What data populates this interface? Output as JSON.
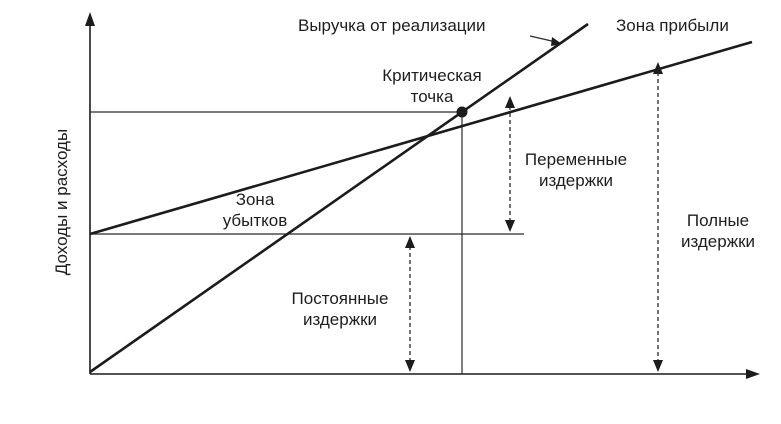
{
  "diagram": {
    "axis_y_label": "Доходы и расходы",
    "labels": {
      "revenue": "Выручка от реализации",
      "profit_zone": "Зона прибыли",
      "critical_point_line1": "Критическая",
      "critical_point_line2": "точка",
      "variable_costs_line1": "Переменные",
      "variable_costs_line2": "издержки",
      "loss_zone_line1": "Зона",
      "loss_zone_line2": "убытков",
      "total_costs_line1": "Полные",
      "total_costs_line2": "издержки",
      "fixed_costs_line1": "Постоянные",
      "fixed_costs_line2": "издержки"
    }
  }
}
